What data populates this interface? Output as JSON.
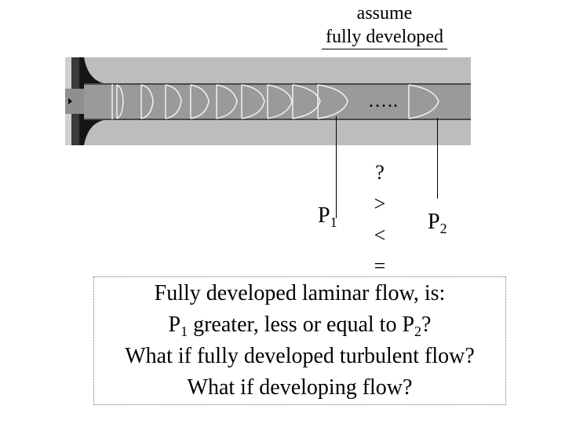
{
  "header": {
    "line1": "assume",
    "line2": "fully developed"
  },
  "figure": {
    "continuation_dots": "…..",
    "p1_label": "P",
    "p1_sub": "1",
    "p2_label": "P",
    "p2_sub": "2",
    "comparison_symbols": [
      "?",
      ">",
      "<",
      "="
    ]
  },
  "question": {
    "line1": "Fully developed laminar flow, is:",
    "line2_a": "P",
    "line2_sub1": "1",
    "line2_b": " greater, less or equal to P",
    "line2_sub2": "2",
    "line2_c": "?",
    "line3": "What if fully developed turbulent flow?",
    "line4": "What if developing flow?"
  },
  "colors": {
    "background": "#ffffff",
    "photo_dark": "#1a1a1a",
    "pipe_interior": "#9a9a9a",
    "profile_line": "#f2f2f2"
  }
}
